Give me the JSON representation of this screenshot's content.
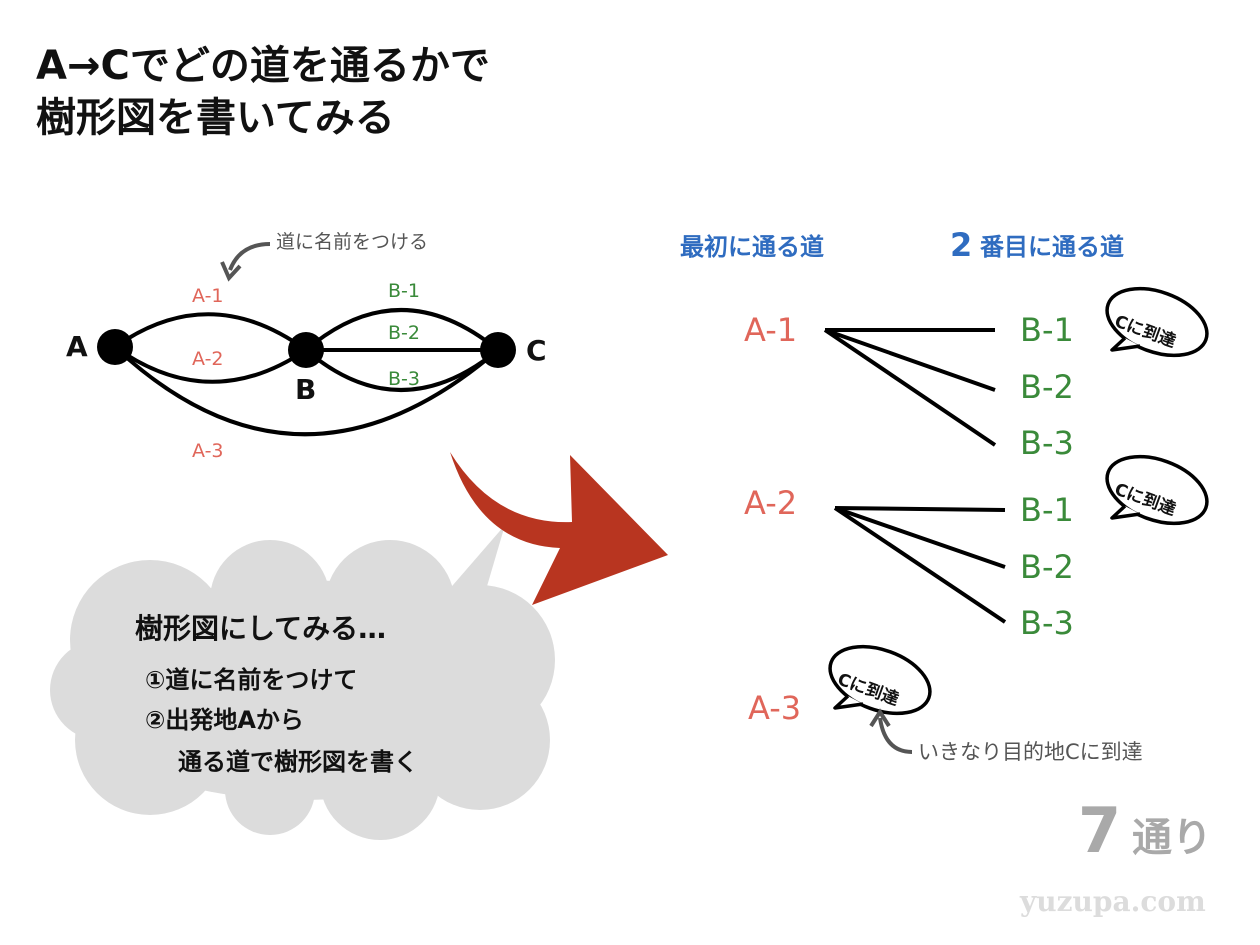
{
  "title": {
    "line1": "A→Cでどの道を通るかで",
    "line2": "樹形図を書いてみる"
  },
  "graph": {
    "nodes": [
      "A",
      "B",
      "C"
    ],
    "edges_a": [
      "A-1",
      "A-2",
      "A-3"
    ],
    "edges_b": [
      "B-1",
      "B-2",
      "B-3"
    ],
    "note": "道に名前をつける"
  },
  "tree": {
    "header_first": "最初に通る道",
    "header_second_num": "2",
    "header_second": "番目に通る道",
    "first": [
      "A-1",
      "A-2",
      "A-3"
    ],
    "second_a1": [
      "B-1",
      "B-2",
      "B-3"
    ],
    "second_a2": [
      "B-1",
      "B-2",
      "B-3"
    ],
    "bubble": "Cに到達",
    "note_a3": "いきなり目的地Cに到達"
  },
  "cloud": {
    "heading": "樹形図にしてみる…",
    "step1": "①道に名前をつけて",
    "step2": "②出発地Aから",
    "step2b": "通る道で樹形図を書く"
  },
  "total": {
    "number": "7",
    "unit": "通り"
  },
  "watermark": "yuzupa.com",
  "colors": {
    "red": "#e0665a",
    "green": "#3a8a3a",
    "blue": "#2f6cc0",
    "arrow": "#b83520",
    "cloud": "#dcdcdc"
  }
}
